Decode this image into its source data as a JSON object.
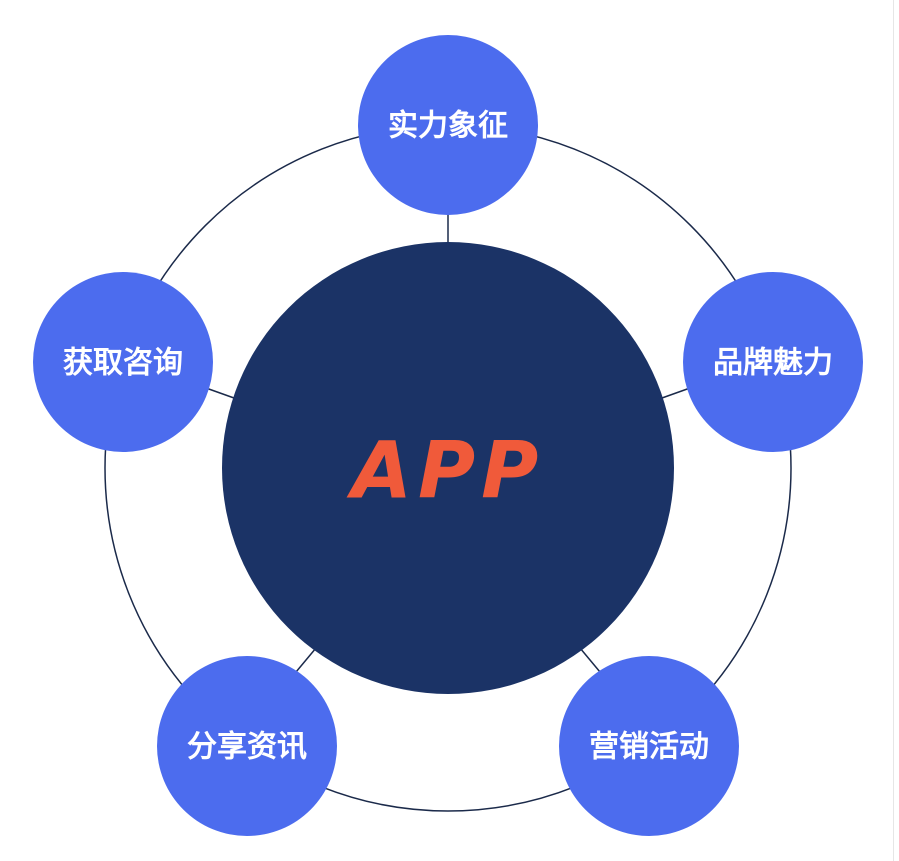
{
  "center": {
    "label": "APP"
  },
  "nodes": [
    {
      "id": "top",
      "label": "实力象征"
    },
    {
      "id": "right",
      "label": "品牌魅力"
    },
    {
      "id": "bottom-right",
      "label": "营销活动"
    },
    {
      "id": "bottom-left",
      "label": "分享资讯"
    },
    {
      "id": "left",
      "label": "获取咨询"
    }
  ],
  "colors": {
    "node_fill": "#4c6cee",
    "center_fill": "#1b3366",
    "center_text": "#f05a3a",
    "ring_stroke": "#1b2a4a"
  }
}
